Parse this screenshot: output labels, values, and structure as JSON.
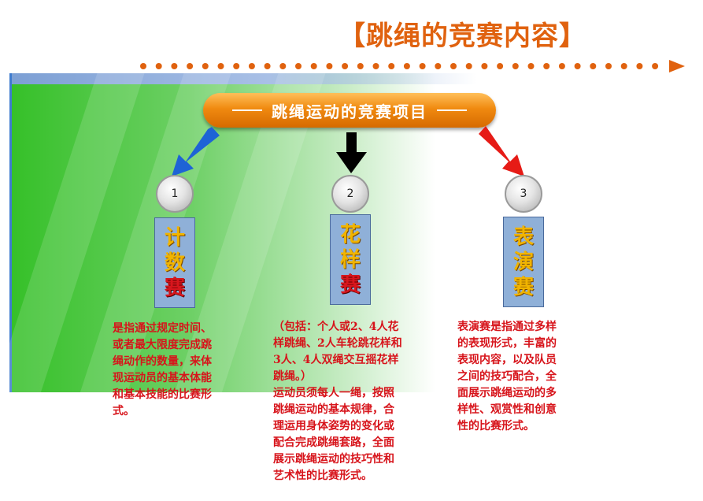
{
  "title": "【跳绳的竞赛内容】",
  "banner": {
    "label": "跳绳运动的竞赛项目"
  },
  "colors": {
    "title": "#e0620f",
    "dots": "#e0620f",
    "banner": "#f08a10",
    "text": "#d7141b",
    "arrow_left": "#1e63d6",
    "arrow_center": "#000000",
    "arrow_right": "#e61b16"
  },
  "items": [
    {
      "number": "1",
      "chars": [
        "计",
        "数",
        "赛"
      ],
      "description": "是指通过规定时间、\n或者最大限度完成跳\n绳动作的数量，来体\n现运动员的基本体能\n和基本技能的比赛形\n式。"
    },
    {
      "number": "2",
      "chars": [
        "花",
        "样",
        "赛"
      ],
      "description": "（包括：个人或2、4人花\n样跳绳、2人车轮跳花样和\n3人、4人双绳交互摇花样\n跳绳。）\n运动员须每人一绳，按照\n跳绳运动的基本规律，合\n理运用身体姿势的变化或\n配合完成跳绳套路，全面\n展示跳绳运动的技巧性和\n艺术性的比赛形式。"
    },
    {
      "number": "3",
      "chars": [
        "表",
        "演",
        "赛"
      ],
      "description": "表演赛是指通过多样\n的表现形式，丰富的\n表现内容，以及队员\n之间的技巧配合，全\n面展示跳绳运动的多\n样性、观赏性和创意\n性的比赛形式。"
    }
  ]
}
